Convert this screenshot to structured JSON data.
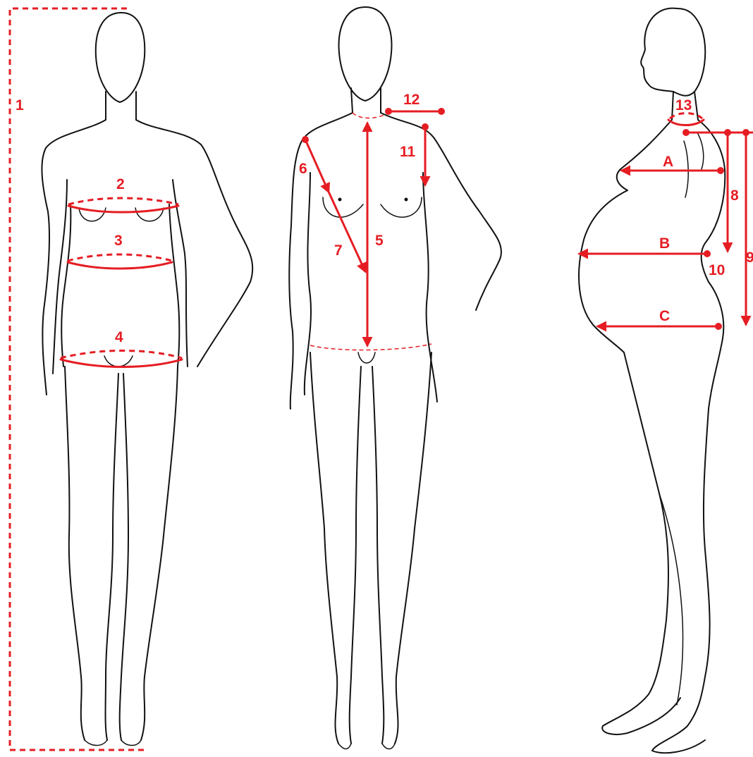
{
  "colors": {
    "measurement": "#e51d23",
    "outline": "#111111",
    "background": "#ffffff"
  },
  "figures": [
    "front-view",
    "front-view-with-lengths",
    "side-view-pregnant"
  ],
  "labels": {
    "l1": "1",
    "l2": "2",
    "l3": "3",
    "l4": "4",
    "l5": "5",
    "l6": "6",
    "l7": "7",
    "l8": "8",
    "l9": "9",
    "l10": "10",
    "l11": "11",
    "l12": "12",
    "l13": "13",
    "lA": "A",
    "lB": "B",
    "lC": "C"
  }
}
